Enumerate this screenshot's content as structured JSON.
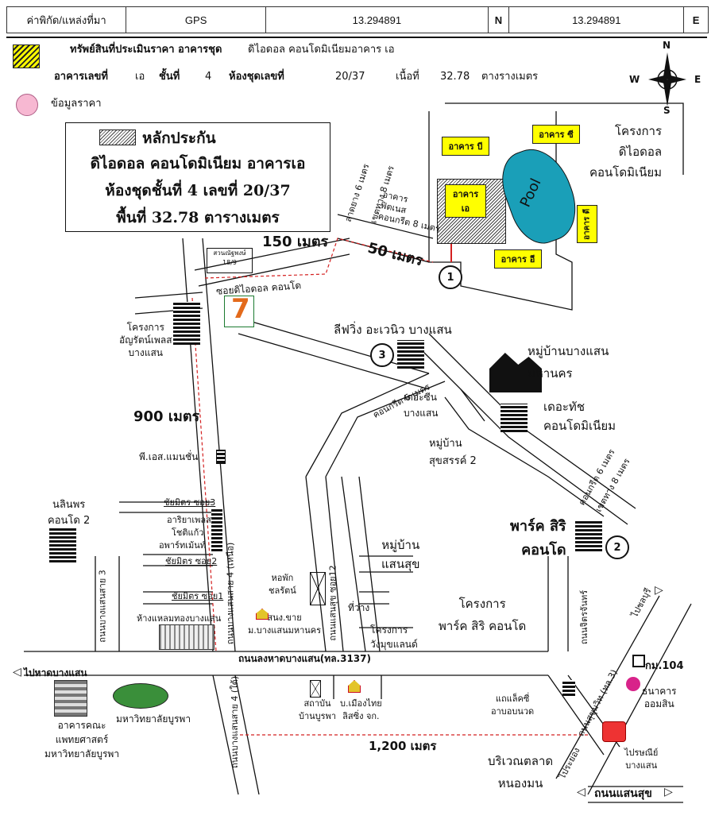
{
  "header": {
    "coord_label": "ค่าพิกัด/แหล่งที่มา",
    "source": "GPS",
    "lat": "13.294891",
    "lat_dir": "N",
    "lon": "13.294891",
    "lon_dir": "E"
  },
  "legend": {
    "property_title": "ทรัพย์สินที่ประเมินราคา อาคารชุด",
    "property_name": "ดิไอดอล คอนโดมิเนียมอาคาร เอ",
    "building_label": "อาคารเลขที่",
    "building_value": "เอ",
    "floor_label": "ชั้นที่",
    "floor_value": "4",
    "unit_label": "ห้องชุดเลขที่",
    "unit_value": "20/37",
    "area_label": "เนื้อที่",
    "area_value": "32.78",
    "area_unit": "ตางรางเมตร",
    "price_data_label": "ข้อมูลราคา"
  },
  "info_box": {
    "heading": "หลักประกัน",
    "line1": "ดิไอดอล คอนโดมิเนียม อาคารเอ",
    "line2": "ห้องชุดชั้นที่ 4 เลขที่ 20/37",
    "line3": "พื้นที่ 32.78 ตารางเมตร"
  },
  "compass": {
    "n": "N",
    "s": "S",
    "e": "E",
    "w": "W"
  },
  "colors": {
    "yellow": "#ffff00",
    "pool": "#1a9fb8",
    "pink": "#f7b8d2",
    "route": "#d42020"
  },
  "labels": {
    "project_idol": "โครงการ\nดิไอดอล\nคอนโดมิเนียม",
    "bldg_a": "อาคาร\nเอ",
    "bldg_b": "อาคาร บี",
    "bldg_c": "อาคาร ซี",
    "bldg_d": "อาคาร ดี",
    "bldg_e": "อาคาร อี",
    "pool": "Pool",
    "road_asphalt": "ลาดยาง 6 เมตร",
    "road_shoulder8": "เขตทาง 8 เมตร",
    "bldg_fitness": "อาคาร\nฟิตเนส\nคอนกรีต 8 เมตร",
    "dist_150": "150 เมตร",
    "dist_50": "50 เมตร",
    "garden": "สวนณัฐพงษ์\n18/9",
    "soi_idol": "ซอยดิไอดอล คอนโด",
    "seven": "7",
    "anyarat": "โครงการ\nอัญรัตน์เพลส\nบางแสน",
    "leaf_wing": "ลีฟวิ่ง อะเวนิว บางแสน",
    "village_mahanakhon": "หมู่บ้านบางแสน\nมหานคร",
    "concrete6": "คอนกรีต 6 เมตร",
    "the_zen": "เดอะซีน\nบางแสน",
    "suksan2": "หมู่บ้าน\nสุขสรรค์ 2",
    "the_touch": "เดอะทัช\nคอนโดมิเนียม",
    "concrete6b": "คอนกรีต 6 เมตร",
    "shoulder8b": "เขตทาง 8 เมตร",
    "park_siri": "พาร์ค สิริ\nคอนโด",
    "dist_900": "900 เมตร",
    "ps_mansion": "พี.เอส.แมนชั่น",
    "chaimit3": "ชัยมิตร ซอย3",
    "ariya": "อาริยาเพลส",
    "chokkaew": "โชติแก้ว",
    "apart": "อพาร์ทเม้นท์",
    "chaimit2": "ชัยมิตร ซอย2",
    "chaimit1": "ชัยมิตร ซอย1",
    "nalinporn": "นลินพร\nคอนโด 2",
    "road_saensuk3": "ถนนบางแสนสาย 3",
    "road_saensuk4n": "ถนนบางแสนสาย 4 (เหนือ)",
    "dorm_chonrat": "หอพัก\nชลรัตน์",
    "soi12": "ถนนแสนสุข ซอย12",
    "village_saensuk": "หมู่บ้าน\nแสนสุข",
    "vacant": "ที่ว่าง",
    "project_wangmuk": "โครงการ\nวังมุขแลนด์",
    "project_parksiri": "โครงการ\nพาร์ค สิริ คอนโด",
    "sanong": "สนง.ขาย\nม.บางแสนมหานคร",
    "department_store": "ห้างแหลมทองบางแสน",
    "main_road": "ถนนลงหาดบางแสน(ทล.3137)",
    "to_beach": "ไปหาดบางแสน",
    "to_chonburi": "ไปชลบุรี",
    "km104": "กม.104",
    "gsb": "ธนาคาร\nออมสิน",
    "road_jinjan": "ถนนจิตรจันทร์",
    "road_sukhumvit": "ถนนสุขุมวิท (ทล.3)",
    "med_bldg": "อาคารคณะ\nแพทยศาสตร์\nมหาวิทยาลัยบูรพา",
    "buu": "มหาวิทยาลัยบูรพา",
    "road_saensuk4s": "ถนนบางแสนสาย 4 (ใต้)",
    "inst_burapha": "สถาบัน\nบ้านบูรพา",
    "muangthai": "บ.เมืองไทย\nลิสซิ่ง จก.",
    "road_saensuk_e": "ถนนแสนสุข",
    "laem": "แถแล็คซี่\nอาบอบนวด",
    "dist_1200": "1,200 เมตร",
    "post": "ไปรษณีย์\nบางแสน",
    "market": "บริเวณตลาด\nหนองมน",
    "to_rayong": "ไประยอง",
    "road_saensuk_s": "ถนนแสนสุข",
    "pin1": "1",
    "pin2": "2",
    "pin3": "3"
  }
}
